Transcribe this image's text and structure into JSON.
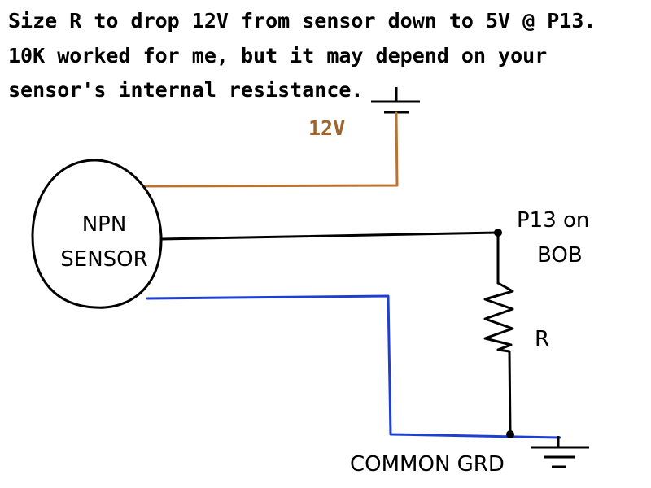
{
  "note": {
    "lines": [
      "Size R to drop 12V from sensor down to 5V @ P13.",
      "10K worked for me, but it may depend on your",
      "sensor's internal resistance."
    ]
  },
  "labels": {
    "supply": "12V",
    "sensor_line1": "NPN",
    "sensor_line2": "SENSOR",
    "pin_line1": "P13 on",
    "pin_line2": "BOB",
    "resistor": "R",
    "ground": "COMMON GRD"
  },
  "colors": {
    "supply_wire": "#b87333",
    "signal_wire": "#000000",
    "ground_wire": "#1f3fd1",
    "ground_label": "#1f1fcc",
    "supply_label": "#a0642a"
  }
}
